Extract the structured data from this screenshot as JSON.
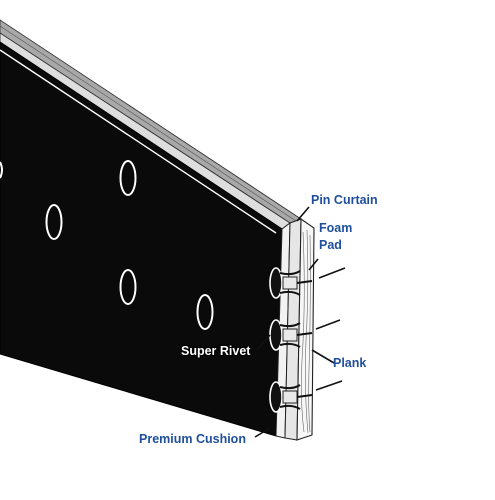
{
  "labels": {
    "pin_curtain": "Pin Curtain",
    "foam_pad_line1": "Foam",
    "foam_pad_line2": "Pad",
    "plank": "Plank",
    "super_rivet": "Super Rivet",
    "premium_cushion": "Premium Cushion"
  },
  "colors": {
    "label_blue": "#1f4f9c",
    "belt_black": "#0a0a0a",
    "edge_gray": "#a8a8a8",
    "plank_light": "#eeeeee"
  }
}
